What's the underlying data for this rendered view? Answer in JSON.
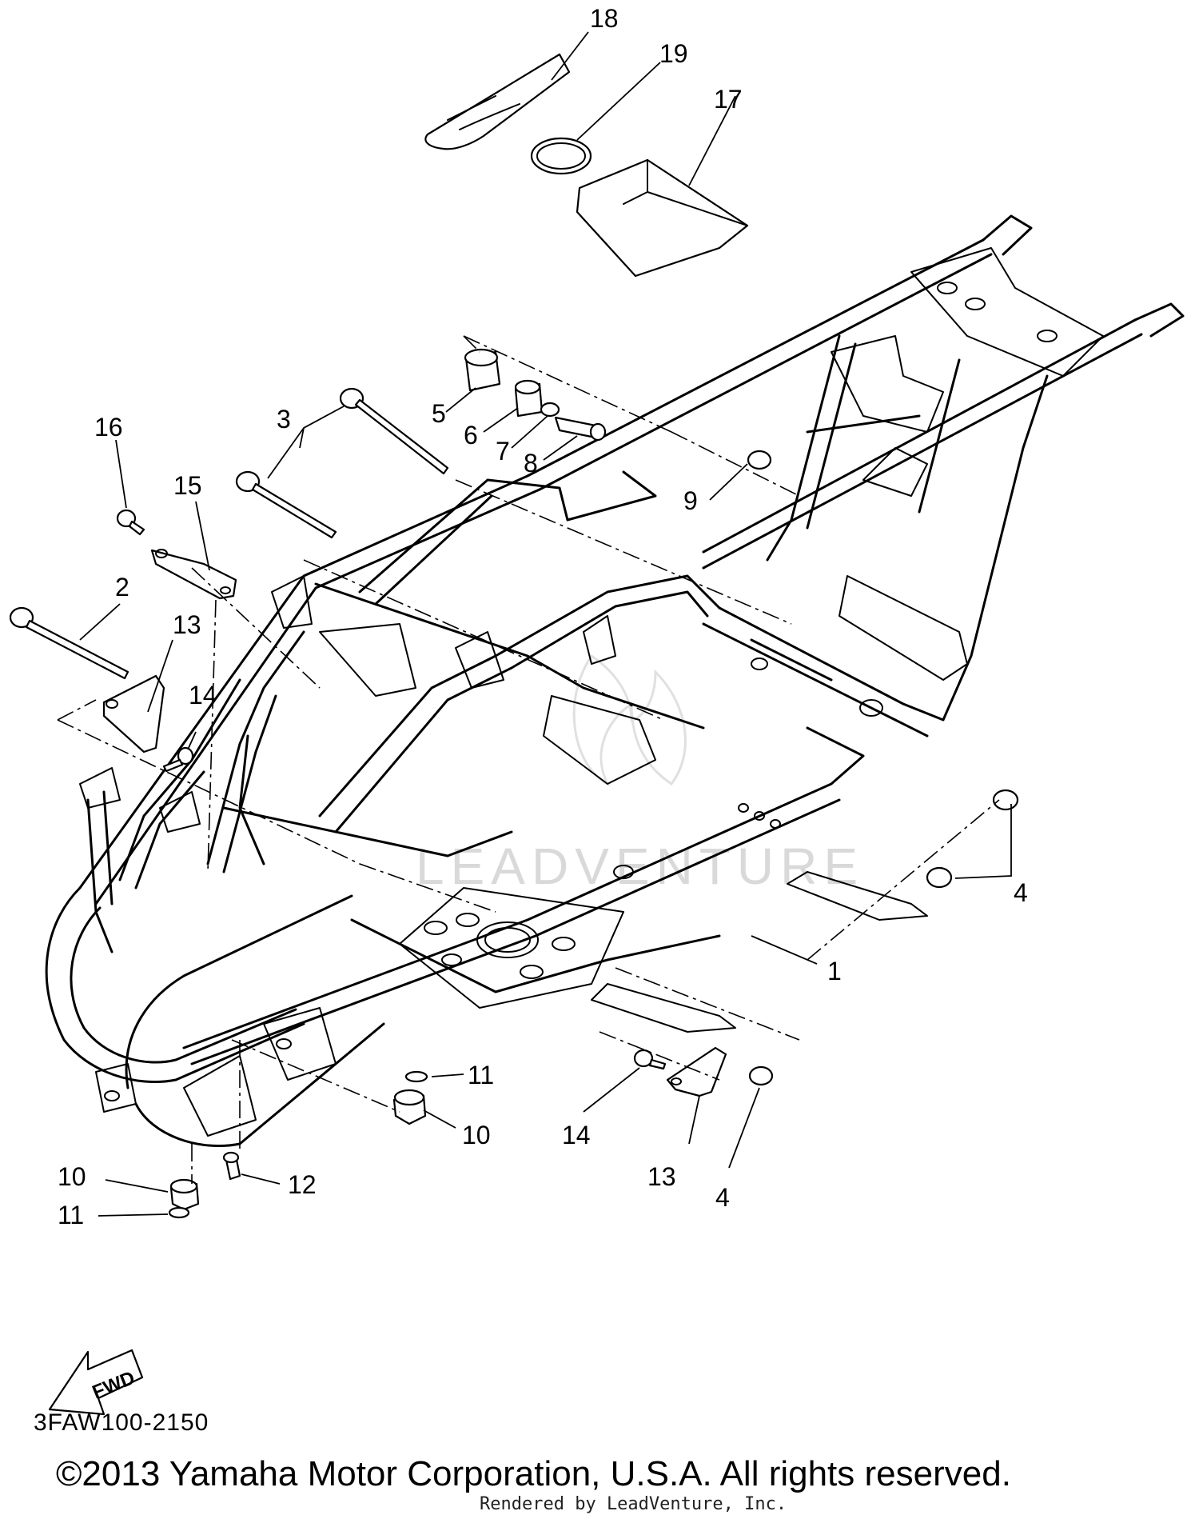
{
  "diagram": {
    "callouts": [
      "18",
      "19",
      "17",
      "5",
      "6",
      "7",
      "8",
      "3",
      "16",
      "15",
      "2",
      "13",
      "14",
      "9",
      "4",
      "1",
      "11",
      "10",
      "12",
      "14",
      "13",
      "4",
      "10",
      "11"
    ],
    "watermark_text": "LEADVENTURE",
    "fwd_label": "FWD"
  },
  "footer": {
    "diagram_code": "3FAW100-2150",
    "copyright": "©2013 Yamaha Motor Corporation, U.S.A. All rights reserved.",
    "rendered_by": "Rendered by LeadVenture, Inc."
  }
}
